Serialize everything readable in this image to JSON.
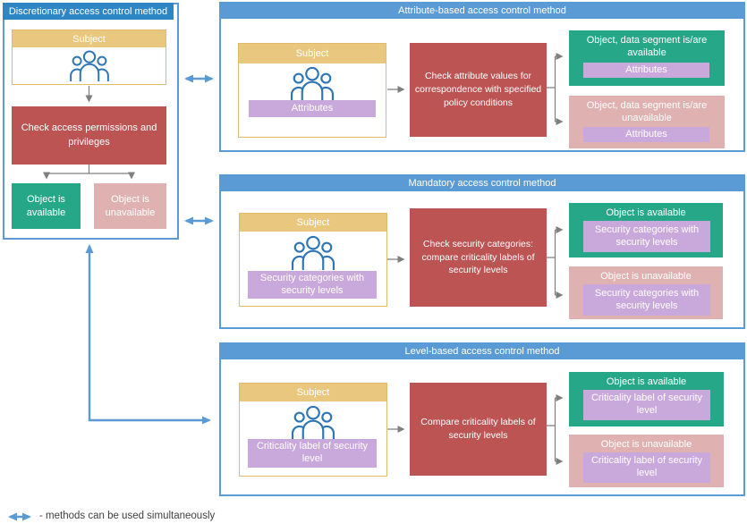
{
  "colors": {
    "frame_blue": "#5B9BD5",
    "title_blue_dark": "#2E86C5",
    "subject_tan": "#EAC77E",
    "process_red": "#BD5454",
    "available_green": "#26A788",
    "unavailable_pink": "#DFB1B1",
    "tag_purple": "#C9A8DC",
    "connector_gray": "#7F7F7F",
    "icon_blue": "#2E75B6"
  },
  "panels": {
    "discretionary": {
      "title": "Discretionary access control method",
      "subject_label": "Subject",
      "subject_icon": "people-group-icon",
      "process": "Check access permissions and privileges",
      "available": "Object is available",
      "unavailable": "Object is unavailable"
    },
    "attribute": {
      "title": "Attribute-based access control method",
      "subject_label": "Subject",
      "subject_icon": "people-group-icon",
      "subject_tag": "Attributes",
      "process": "Check attribute values for correspondence with specified policy conditions",
      "available": "Object, data segment is/are available",
      "available_tag": "Attributes",
      "unavailable": "Object, data segment is/are unavailable",
      "unavailable_tag": "Attributes"
    },
    "mandatory": {
      "title": "Mandatory access control method",
      "subject_label": "Subject",
      "subject_icon": "people-group-icon",
      "subject_tag": "Security categories with security levels",
      "process": "Check security categories: compare criticality labels of security levels",
      "available": "Object is available",
      "available_tag": "Security categories with security levels",
      "unavailable": "Object is unavailable",
      "unavailable_tag": "Security categories with security levels"
    },
    "level": {
      "title": "Level-based access control method",
      "subject_label": "Subject",
      "subject_icon": "people-group-icon",
      "subject_tag": "Criticality label of security level",
      "process": "Compare criticality labels of security levels",
      "available": "Object is available",
      "available_tag": "Criticality label of security level",
      "unavailable": "Object is unavailable",
      "unavailable_tag": "Criticality label of security level"
    }
  },
  "legend": {
    "arrow_icon": "double-arrow-icon",
    "label": "- methods can be used simultaneously"
  }
}
